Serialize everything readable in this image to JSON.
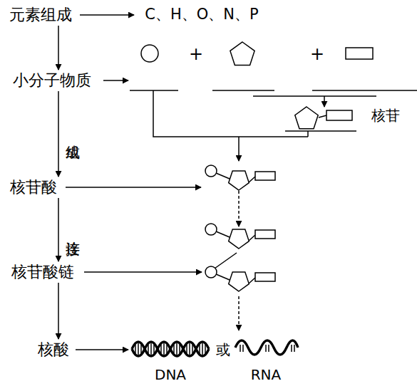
{
  "diagram": {
    "nodes": [
      {
        "text": [
          "元素组成"
        ]
      },
      {
        "text": [
          "C、H、O、N、P"
        ]
      },
      {
        "text": [
          "小分子物质"
        ]
      },
      {
        "text": [
          "核苷酸"
        ]
      },
      {
        "text": [
          "核苷酸链"
        ]
      },
      {
        "text": [
          "核酸"
        ]
      }
    ],
    "edges": [
      {
        "from": 0,
        "to": 1,
        "arrow": "to"
      },
      {
        "from": 0,
        "to": 2,
        "arrow": "to"
      },
      {
        "from": 2,
        "to": 3,
        "arrow": "to",
        "label": "组成"
      },
      {
        "from": 3,
        "to": 4,
        "arrow": "to",
        "label": "连接"
      },
      {
        "from": 4,
        "to": 5,
        "arrow": "to"
      }
    ],
    "labels": [
      "+",
      "+",
      "核苷",
      "或",
      "DNA",
      "RNA"
    ]
  }
}
